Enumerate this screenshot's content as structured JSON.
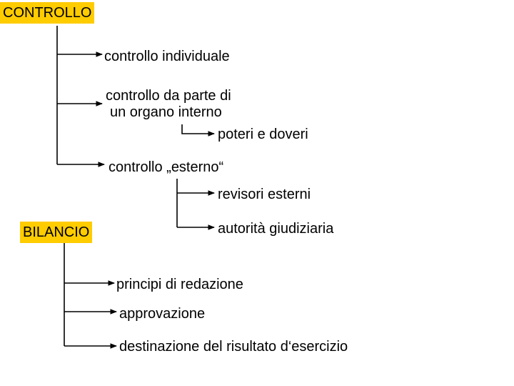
{
  "controllo": {
    "header": "CONTROLLO",
    "items": [
      {
        "label": "controllo individuale"
      },
      {
        "label_line1": "controllo da parte di",
        "label_line2": "un organo interno",
        "sub": "poteri e doveri"
      },
      {
        "label": "controllo „esterno“",
        "subs": [
          "revisori esterni",
          "autorità giudiziaria"
        ]
      }
    ]
  },
  "bilancio": {
    "header": "BILANCIO",
    "items": [
      "principi di redazione",
      "approvazione",
      "destinazione del risultato d‘esercizio"
    ]
  },
  "colors": {
    "box_fill": "#ffcc00",
    "line": "#000000"
  }
}
